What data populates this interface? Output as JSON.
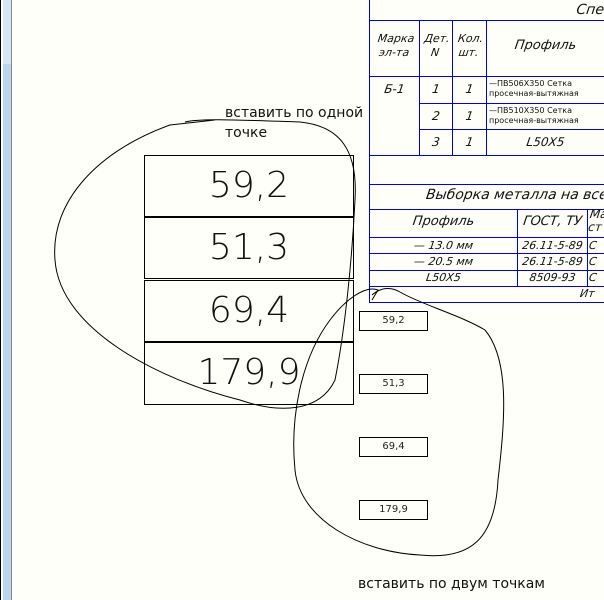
{
  "spec": {
    "title": "Спе",
    "headers": [
      "Марка эл-та",
      "Дет. N",
      "Кол. шт.",
      "Профиль"
    ],
    "mark": "Б-1",
    "rows": [
      {
        "n": "1",
        "qty": "1",
        "profile": "—ПВ506Х350 Сетка просечная-вытяжная"
      },
      {
        "n": "2",
        "qty": "1",
        "profile": "—ПВ510Х350 Сетка просечная-вытяжная"
      },
      {
        "n": "3",
        "qty": "1",
        "profile": "L50X5"
      }
    ]
  },
  "selection": {
    "title": "Выборка металла на все сбор",
    "headers": [
      "Профиль",
      "ГОСТ, ТУ",
      "Ма ст"
    ],
    "rows": [
      {
        "profile": "— 13.0 мм",
        "gost": "26.11-5-89",
        "c": "С"
      },
      {
        "profile": "— 20.5 мм",
        "gost": "26.11-5-89",
        "c": "С"
      },
      {
        "profile": "L50X5",
        "gost": "8509-93",
        "c": "С"
      }
    ],
    "total": "Ит"
  },
  "big_values": [
    "59,2",
    "51,3",
    "69,4",
    "179,9"
  ],
  "small_values": [
    "59,2",
    "51,3",
    "69,4",
    "179,9"
  ],
  "notes": {
    "one_point": "вставить по одной\nточке",
    "two_points": "вставить по двум точкам"
  }
}
